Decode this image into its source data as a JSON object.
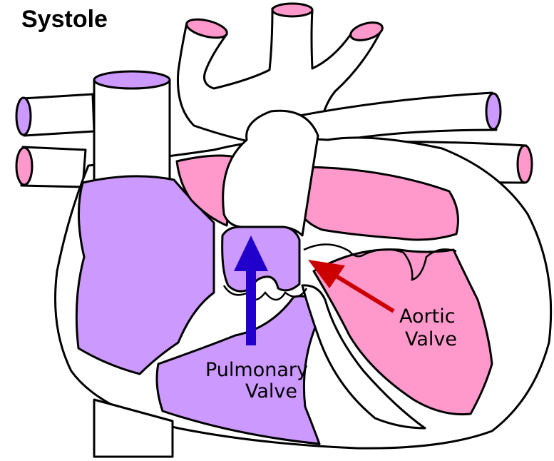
{
  "title": "Systole",
  "labels": {
    "pulmonary_valve": [
      "Pulmonary",
      "Valve"
    ],
    "aortic_valve": [
      "Aortic",
      "Valve"
    ]
  },
  "colors": {
    "deoxygenated_chambers": "#cc99ff",
    "oxygenated_chambers": "#ff99cc",
    "pulmonary_valve_arrow": "#2200cc",
    "aortic_valve_arrow": "#cc0000",
    "vessel_fill": "#ffffff"
  }
}
